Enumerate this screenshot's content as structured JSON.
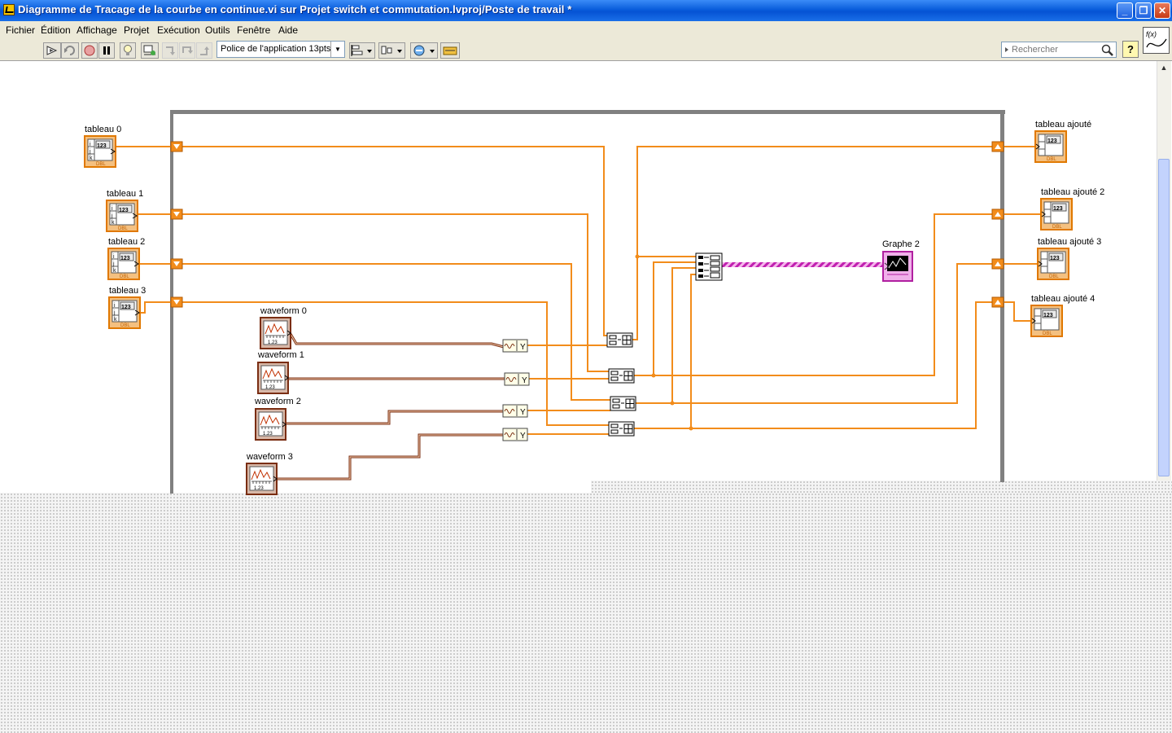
{
  "window": {
    "title": "Diagramme de Tracage de la courbe en continue.vi sur Projet switch et commutation.lvproj/Poste de travail *",
    "minimize_glyph": "_",
    "maximize_glyph": "❐",
    "close_glyph": "✕"
  },
  "menu": {
    "items": [
      "Fichier",
      "Édition",
      "Affichage",
      "Projet",
      "Exécution",
      "Outils",
      "Fenêtre",
      "Aide"
    ]
  },
  "toolbar": {
    "font_select": "Police de l'application 13pts",
    "search_placeholder": "Rechercher",
    "help_label": "?",
    "icons": [
      "run-arrow-icon",
      "run-continuously-icon",
      "abort-icon",
      "pause-icon",
      "highlight-execution-icon",
      "retain-wire-values-icon",
      "step-into-icon",
      "step-over-icon",
      "step-out-icon",
      "align-icon",
      "distribute-icon",
      "reorder-icon",
      "cleanup-icon"
    ]
  },
  "diagram": {
    "inputs": [
      {
        "label": "tableau 0",
        "type": "DBL",
        "badge": "123"
      },
      {
        "label": "tableau 1",
        "type": "DBL",
        "badge": "123"
      },
      {
        "label": "tableau 2",
        "type": "DBL",
        "badge": "123"
      },
      {
        "label": "tableau 3",
        "type": "DBL",
        "badge": "123"
      }
    ],
    "waveforms": [
      {
        "label": "waveform 0",
        "code": "1.23"
      },
      {
        "label": "waveform 1",
        "code": "1.23"
      },
      {
        "label": "waveform 2",
        "code": "1.23"
      },
      {
        "label": "waveform 3",
        "code": "1.23"
      }
    ],
    "outputs": [
      {
        "label": "tableau ajouté",
        "type": "DBL",
        "badge": "123"
      },
      {
        "label": "tableau ajouté 2",
        "type": "DBL",
        "badge": "123"
      },
      {
        "label": "tableau ajouté 3",
        "type": "DBL",
        "badge": "123"
      },
      {
        "label": "tableau ajouté 4",
        "type": "DBL",
        "badge": "123"
      }
    ],
    "graph_label": "Graphe 2",
    "get_y_label": "Y",
    "colors": {
      "orange_wire": "#f28c1b",
      "brown_wire": "#7a2d12",
      "pink_wire": "#d040c0",
      "loop_border": "#808080"
    }
  }
}
